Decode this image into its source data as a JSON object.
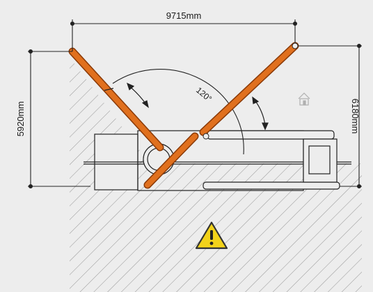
{
  "dimensions": {
    "width_label": "9715mm",
    "left_height_label": "5920mm",
    "right_height_label": "6180mm"
  },
  "angle": {
    "label": "120°"
  },
  "colors": {
    "background": "#ededed",
    "boom": "#e0701e",
    "boom_outline": "#8a3a08",
    "line": "#222222",
    "hatch": "#9a9a9a",
    "warning_fill": "#f2d21a"
  },
  "icons": {
    "warning": "warning-triangle-icon",
    "house": "house-icon"
  }
}
